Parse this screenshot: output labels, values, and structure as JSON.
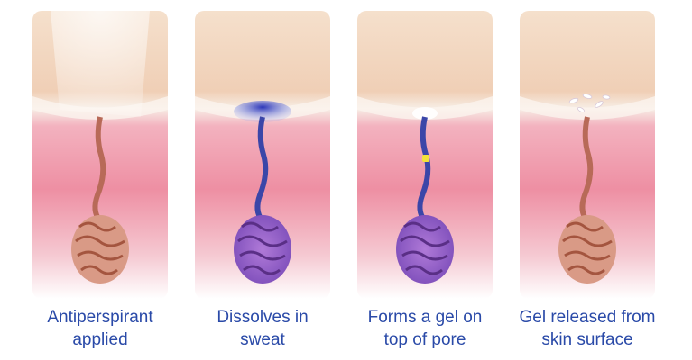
{
  "steps": [
    {
      "line1": "Antiperspirant",
      "line2": "applied",
      "state": "spray",
      "duct_color": "#b86a58"
    },
    {
      "line1": "Dissolves in",
      "line2": "sweat",
      "state": "dissolve",
      "duct_color": "#3b46a8"
    },
    {
      "line1": "Forms a gel on",
      "line2": "top of pore",
      "state": "gel-plug",
      "duct_color": "#3b46a8"
    },
    {
      "line1": "Gel released from",
      "line2": "skin surface",
      "state": "released",
      "duct_color": "#b86a58"
    }
  ],
  "colors": {
    "caption": "#2a4aa8",
    "epidermis": "#f1d6be",
    "dermis": "#ec8ea1",
    "gland": "#c47a63",
    "gland_filled": "#8a5cc0",
    "spray": "#ffffff",
    "gel": "#f3e13a"
  }
}
